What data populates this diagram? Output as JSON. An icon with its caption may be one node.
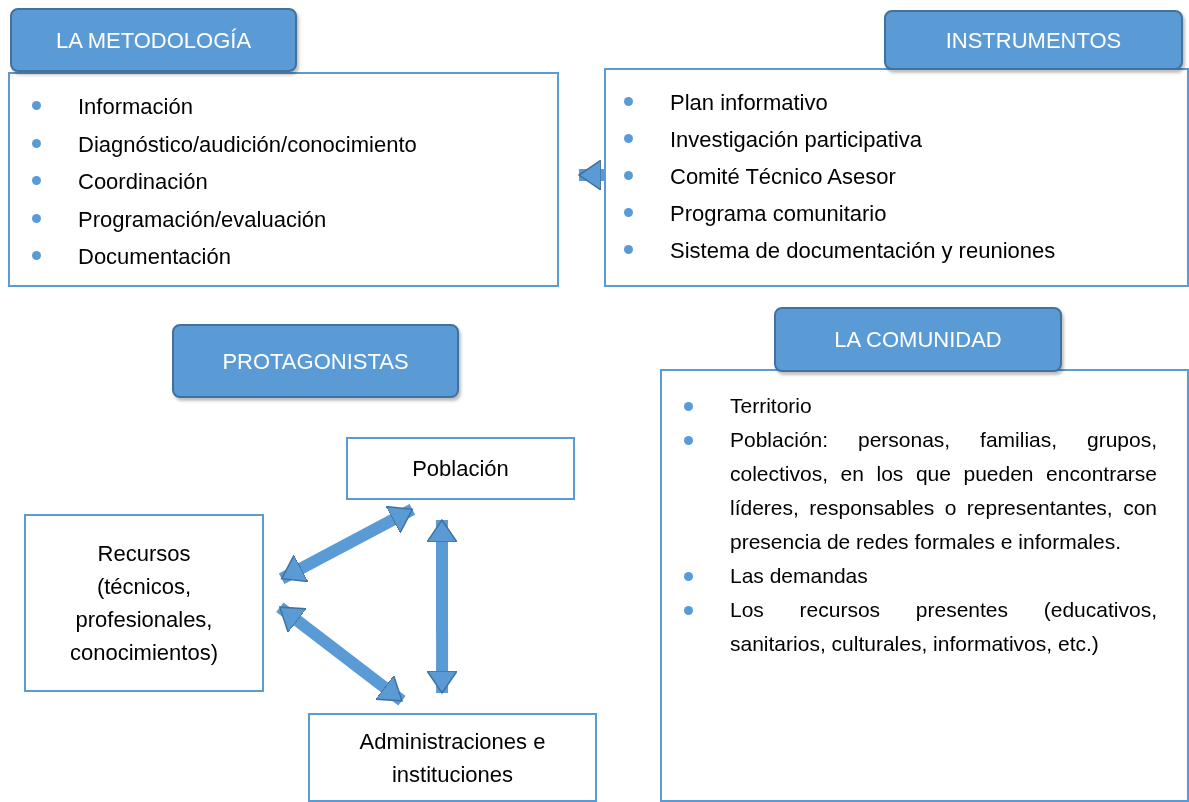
{
  "diagram": {
    "nodes": [
      {
        "text": [
          "LA METODOLOGÍA"
        ]
      },
      {
        "text": [
          "Información",
          "Diagnóstico/audición/conocimiento",
          "Coordinación",
          "Programación/evaluación",
          "Documentación"
        ]
      },
      {
        "text": [
          "INSTRUMENTOS"
        ]
      },
      {
        "text": [
          "Plan informativo",
          "Investigación participativa",
          "Comité Técnico Asesor",
          "Programa comunitario",
          "Sistema de documentación y reuniones"
        ]
      },
      {
        "text": [
          "PROTAGONISTAS"
        ]
      },
      {
        "text": [
          "Población"
        ]
      },
      {
        "text": [
          "Recursos (técnicos, profesionales, conocimientos)"
        ]
      },
      {
        "text": [
          "Administraciones e instituciones"
        ]
      },
      {
        "text": [
          "LA COMUNIDAD"
        ]
      },
      {
        "text": [
          "Territorio",
          "Población: personas, familias, grupos, colectivos, en los que pueden encontrarse líderes, responsables o representantes, con presencia de redes formales e informales.",
          "Las demandas",
          "Los recursos presentes (educativos, sanitarios, culturales, informativos, etc.)"
        ]
      }
    ],
    "edges": [
      {
        "from": 3,
        "to": 1,
        "arrow": "to"
      },
      {
        "from": 5,
        "to": 6,
        "arrow": "both"
      },
      {
        "from": 6,
        "to": 7,
        "arrow": "both"
      },
      {
        "from": 5,
        "to": 7,
        "arrow": "both"
      }
    ]
  }
}
